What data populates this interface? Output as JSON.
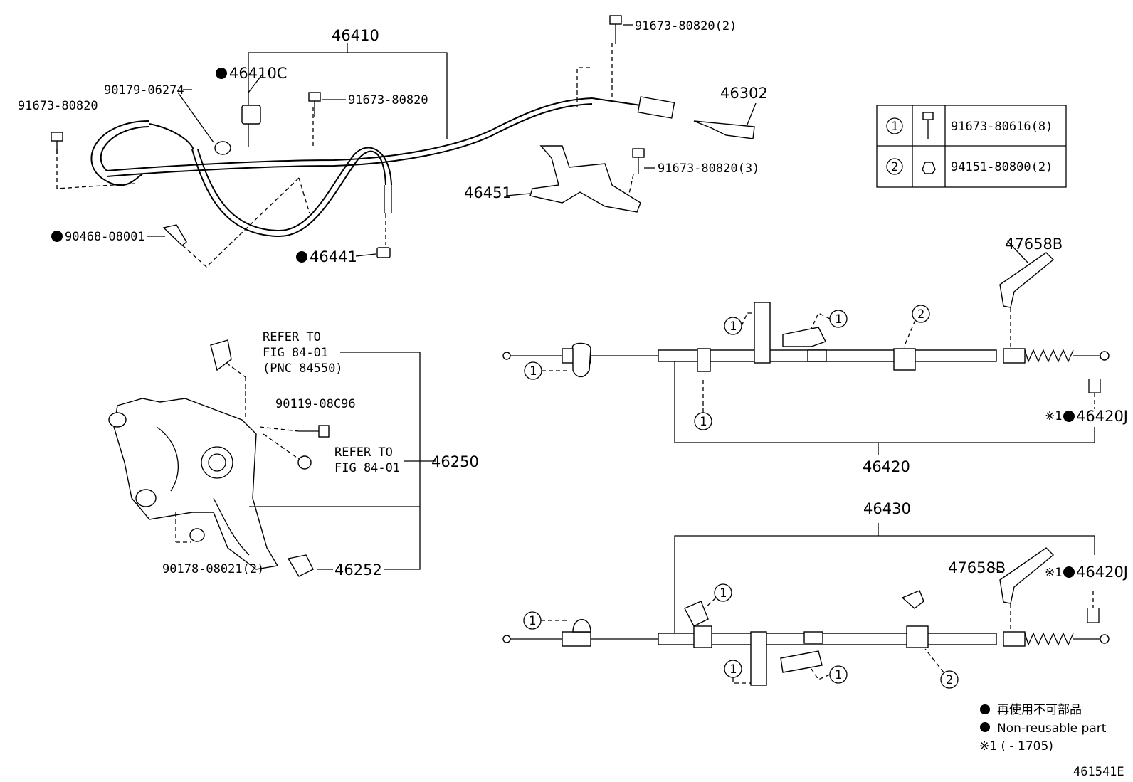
{
  "labels": {
    "p46410": "46410",
    "p46410C": "46410C",
    "p91673_80820_2": "91673-80820(2)",
    "p90179": "90179-06274",
    "p91673_left": "91673-80820",
    "p91673_mid": "91673-80820",
    "p46302": "46302",
    "p91673_80820_3": "91673-80820(3)",
    "p46451": "46451",
    "p90468": "90468-08001",
    "p46441": "46441",
    "p47658B_top": "47658B",
    "p46420J_top": "46420J",
    "p46420": "46420",
    "refer_to_1": "REFER TO",
    "fig_1": "FIG 84-01",
    "pnc": "(PNC 84550)",
    "p90119": "90119-08C96",
    "refer_to_2": "REFER TO",
    "fig_2": "FIG 84-01",
    "p46250": "46250",
    "p90178": "90178-08021(2)",
    "p46252": "46252",
    "p46430": "46430",
    "p47658B_bot": "47658B",
    "p46420J_bot": "46420J",
    "note_mark": "※1",
    "figure_id": "461541E"
  },
  "table": {
    "rows": [
      {
        "num": "1",
        "part": "91673-80616(8)"
      },
      {
        "num": "2",
        "part": "94151-80800(2)"
      }
    ]
  },
  "callouts": {
    "one": "1",
    "two": "2"
  },
  "legend": {
    "jp": "再使用不可部品",
    "en": "Non-reusable part",
    "note": "※1 (        - 1705)"
  },
  "icons": {
    "filled_dot": "non-reusable-dot-icon",
    "bolt": "bolt-icon",
    "nut": "flange-nut-icon"
  }
}
